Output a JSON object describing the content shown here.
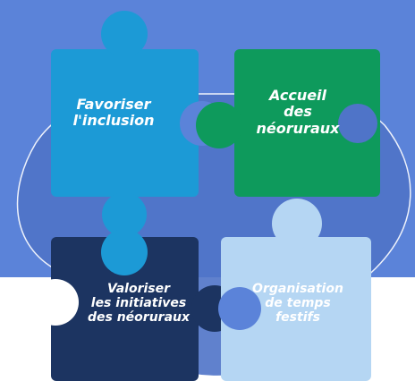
{
  "pieces": [
    {
      "label": "Favoriser\nl'inclusion",
      "color": "#1c9ad6"
    },
    {
      "label": "Accueil\ndes\nnéoruraux",
      "color": "#0e9a5c"
    },
    {
      "label": "Valoriser\nles initiatives\ndes néoruraux",
      "color": "#1c3461"
    },
    {
      "label": "Organisation\nde temps\nfestifs",
      "color": "#b5d6f3"
    }
  ],
  "colors": {
    "background_band": "#5b83d9",
    "shadow_shape": "#4f74c8",
    "outline": "#ffffff"
  }
}
